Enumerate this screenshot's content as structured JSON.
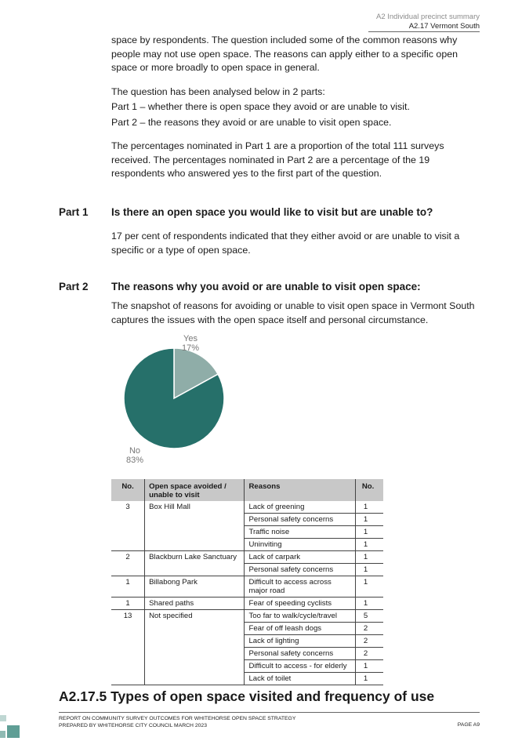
{
  "header": {
    "section": "A2  Individual precinct summary",
    "subsection": "A2.17 Vermont South"
  },
  "intro": {
    "p1": "space by respondents.  The question included some of the common reasons why people may not use open space.  The reasons can apply either to a specific open space or more broadly to open space in general.",
    "p2_line1": "The question has been analysed below in 2 parts:",
    "p2_line2": "Part 1 – whether there is open space they avoid or are unable to visit.",
    "p2_line3": "Part 2 – the reasons they avoid or are unable to visit open space.",
    "p3": "The percentages nominated in Part 1 are a proportion of the total 111 surveys received. The percentages nominated in Part 2 are a percentage of the 19 respondents who answered yes to the first part of the question."
  },
  "part1": {
    "num": "Part 1",
    "title": "Is there an open space you would like to visit but are unable to?",
    "body": "17 per cent of respondents indicated that they either avoid or are unable to visit a specific or a type of open space."
  },
  "part2": {
    "num": "Part 2",
    "title": "The reasons why you avoid or are unable to visit open space:",
    "body": "The snapshot of reasons for avoiding or unable to visit open space in Vermont South captures the issues with the open space itself and personal circumstance."
  },
  "chart_data": {
    "type": "pie",
    "slices": [
      {
        "label": "Yes",
        "value": 17,
        "display": "17%",
        "color": "#8fada8"
      },
      {
        "label": "No",
        "value": 83,
        "display": "83%",
        "color": "#26706a"
      }
    ]
  },
  "table": {
    "headers": {
      "count": "No.",
      "space": "Open space avoided / unable to visit",
      "reasons": "Reasons",
      "reason_count": "No."
    },
    "groups": [
      {
        "count": "3",
        "space": "Box Hill Mall",
        "reasons": [
          {
            "reason": "Lack of greening",
            "n": "1"
          },
          {
            "reason": "Personal safety concerns",
            "n": "1"
          },
          {
            "reason": "Traffic noise",
            "n": "1"
          },
          {
            "reason": "Uninviting",
            "n": "1"
          }
        ]
      },
      {
        "count": "2",
        "space": "Blackburn Lake Sanctuary",
        "reasons": [
          {
            "reason": "Lack of carpark",
            "n": "1"
          },
          {
            "reason": "Personal safety concerns",
            "n": "1"
          }
        ]
      },
      {
        "count": "1",
        "space": "Billabong Park",
        "reasons": [
          {
            "reason": "Difficult to access across major road",
            "n": "1"
          }
        ]
      },
      {
        "count": "1",
        "space": "Shared paths",
        "reasons": [
          {
            "reason": "Fear of speeding cyclists",
            "n": "1"
          }
        ]
      },
      {
        "count": "13",
        "space": "Not specified",
        "reasons": [
          {
            "reason": "Too far to walk/cycle/travel",
            "n": "5"
          },
          {
            "reason": "Fear of off leash dogs",
            "n": "2"
          },
          {
            "reason": "Lack of lighting",
            "n": "2"
          },
          {
            "reason": "Personal safety concerns",
            "n": "2"
          },
          {
            "reason": "Difficult to access - for elderly",
            "n": "1"
          },
          {
            "reason": "Lack of toilet",
            "n": "1"
          }
        ]
      }
    ]
  },
  "next_section": "A2.17.5  Types of open space visited and frequency of use",
  "footer": {
    "line1": "REPORT ON COMMUNITY SURVEY OUTCOMES FOR WHITEHORSE OPEN SPACE STRATEGY",
    "line2": "PREPARED BY WHITEHORSE CITY COUNCIL MARCH 2023",
    "page": "PAGE A9"
  }
}
